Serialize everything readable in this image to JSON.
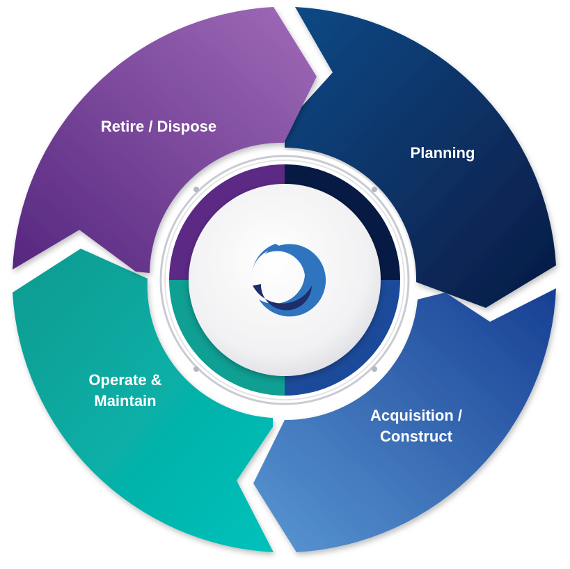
{
  "diagram": {
    "segments": [
      {
        "id": "planning",
        "label_lines": [
          "Planning"
        ]
      },
      {
        "id": "acquisition",
        "label_lines": [
          "Acquisition /",
          "Construct"
        ]
      },
      {
        "id": "operate",
        "label_lines": [
          "Operate &",
          "Maintain"
        ]
      },
      {
        "id": "retire",
        "label_lines": [
          "Retire / Dispose"
        ]
      }
    ],
    "colors": {
      "planning": [
        "#0a4a86",
        "#061a44"
      ],
      "acquisition": [
        "#4f8fd0",
        "#1c4a9a"
      ],
      "operate": [
        "#0f9f93",
        "#00bdb6"
      ],
      "retire": [
        "#5c2a85",
        "#9b63b3"
      ],
      "center_logo": [
        "#2f77c0",
        "#1f2e72"
      ]
    },
    "center_icon": "swirl-logo-icon"
  }
}
